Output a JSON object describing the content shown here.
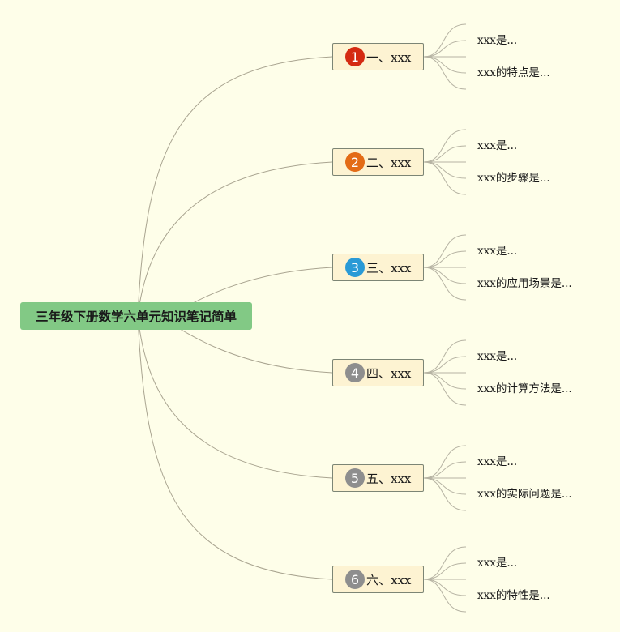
{
  "root": {
    "title": "三年级下册数学六单元知识笔记简单",
    "color": "#82c985"
  },
  "branches": [
    {
      "number": "1",
      "badge_color": "#d42a12",
      "label": "一、xxx",
      "leaves": [
        "xxx是...",
        "xxx的特点是..."
      ]
    },
    {
      "number": "2",
      "badge_color": "#e36b16",
      "label": "二、xxx",
      "leaves": [
        "xxx是...",
        "xxx的步骤是..."
      ]
    },
    {
      "number": "3",
      "badge_color": "#2a9ad6",
      "label": "三、xxx",
      "leaves": [
        "xxx是...",
        "xxx的应用场景是..."
      ]
    },
    {
      "number": "4",
      "badge_color": "#8e8e8e",
      "label": "四、xxx",
      "leaves": [
        "xxx是...",
        "xxx的计算方法是..."
      ]
    },
    {
      "number": "5",
      "badge_color": "#8e8e8e",
      "label": "五、xxx",
      "leaves": [
        "xxx是...",
        "xxx的实际问题是..."
      ]
    },
    {
      "number": "6",
      "badge_color": "#8e8e8e",
      "label": "六、xxx",
      "leaves": [
        "xxx是...",
        "xxx的特性是..."
      ]
    }
  ]
}
